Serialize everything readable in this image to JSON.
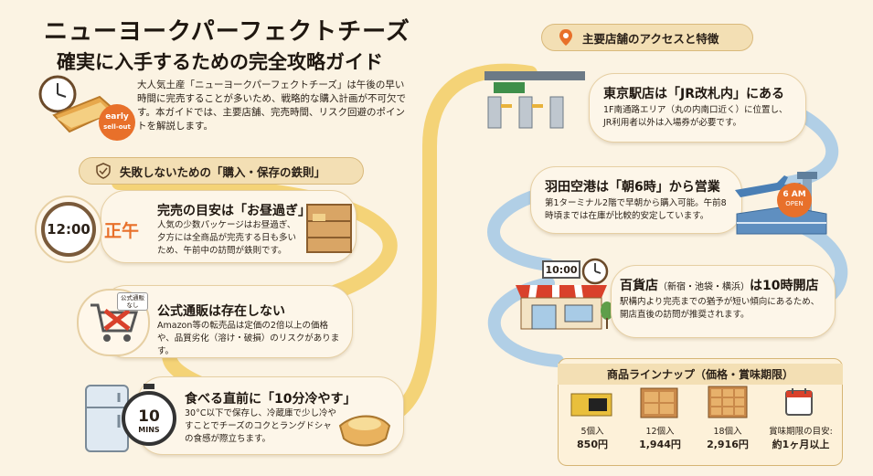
{
  "title": {
    "line1": "ニューヨークパーフェクトチーズ",
    "line2": "確実に入手するための完全攻略ガイド"
  },
  "intro_text": "大人気土産「ニューヨークパーフェクトチーズ」は午後の早い時間に完売することが多いため、戦略的な購入計画が不可欠です。本ガイドでは、主要店舗、完売時間、リスク回避のポイントを解説します。",
  "badges": {
    "early": "early",
    "sell_out": "sell-out",
    "shoujou": "正午",
    "clock_time": "12:00",
    "official_tag": "公式通販なし",
    "mins_num": "10",
    "mins_label": "MINS",
    "open_time": "6 AM",
    "open_label": "OPEN",
    "store_clock": "10:00"
  },
  "left_section": {
    "heading": "失敗しないための「購入・保存の鉄則」",
    "cards": [
      {
        "title": "完売の目安は「お昼過ぎ」",
        "body": "人気の少数パッケージはお昼過ぎ、夕方には全商品が完売する日も多いため、午前中の訪問が鉄則です。"
      },
      {
        "title": "公式通販は存在しない",
        "body": "Amazon等の転売品は定価の2倍以上の価格や、品質劣化（溶け・破損）のリスクがあります。"
      },
      {
        "title": "食べる直前に「10分冷やす」",
        "body": "30°C以下で保存し、冷蔵庫で少し冷やすことでチーズのコクとラングドシャの食感が際立ちます。"
      }
    ]
  },
  "right_section": {
    "heading": "主要店舗のアクセスと特徴",
    "cards": [
      {
        "title": "東京駅店は「JR改札内」にある",
        "body": "1F南通路エリア（丸の内南口近く）に位置し、JR利用者以外は入場券が必要です。"
      },
      {
        "title": "羽田空港は「朝6時」から営業",
        "body": "第1ターミナル2階で早朝から購入可能。午前8時頃までは在庫が比較的安定しています。"
      },
      {
        "title_main": "百貨店",
        "title_sub": "（新宿・池袋・横浜）",
        "title_end": "は10時開店",
        "body": "駅構内より完売までの猶予が短い傾向にあるため、開店直後の訪問が推奨されます。"
      }
    ]
  },
  "lineup": {
    "heading": "商品ラインナップ（価格・賞味期限）",
    "items": [
      {
        "count": "5個入",
        "price": "850円"
      },
      {
        "count": "12個入",
        "price": "1,944円"
      },
      {
        "count": "18個入",
        "price": "2,916円"
      },
      {
        "count": "賞味期限の目安:",
        "price": "約1ヶ月以上"
      }
    ]
  },
  "colors": {
    "background": "#fbf3e3",
    "card": "#fdf6e9",
    "accent_orange": "#e8702a",
    "path_gold": "#f0c24a",
    "path_blue": "#a9cbe6"
  }
}
